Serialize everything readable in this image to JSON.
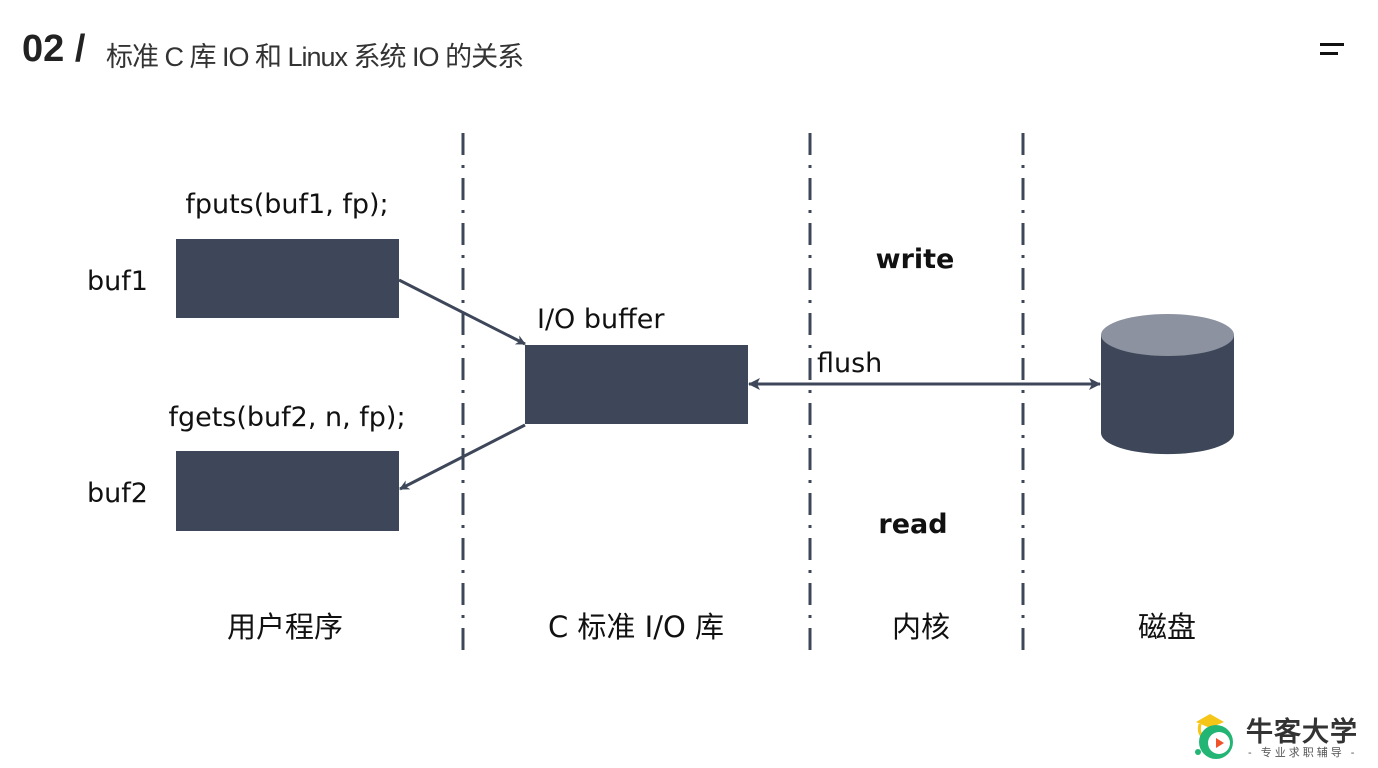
{
  "header": {
    "number": "02 /",
    "title": "标准 C 库 IO 和 Linux 系统 IO 的关系",
    "menu_icon": "hamburger-menu-icon"
  },
  "diagram": {
    "columns": [
      {
        "label": "用户程序"
      },
      {
        "label": "C 标准 I/O 库"
      },
      {
        "label": "内核"
      },
      {
        "label": "磁盘"
      }
    ],
    "buffers": [
      {
        "label": "buf1",
        "call": "fputs(buf1, fp);"
      },
      {
        "label": "buf2",
        "call": "fgets(buf2, n, fp);"
      }
    ],
    "io_buffer_label": "I/O buffer",
    "flush_label": "flush",
    "write_label": "write",
    "read_label": "read",
    "disk_icon": "disk-cylinder-icon",
    "colors": {
      "box": "#3d4759",
      "disk_top": "#8c929f",
      "divider": "#3d4759"
    }
  },
  "logo": {
    "title": "牛客大学",
    "subtitle": "- 专业求职辅导 -"
  }
}
